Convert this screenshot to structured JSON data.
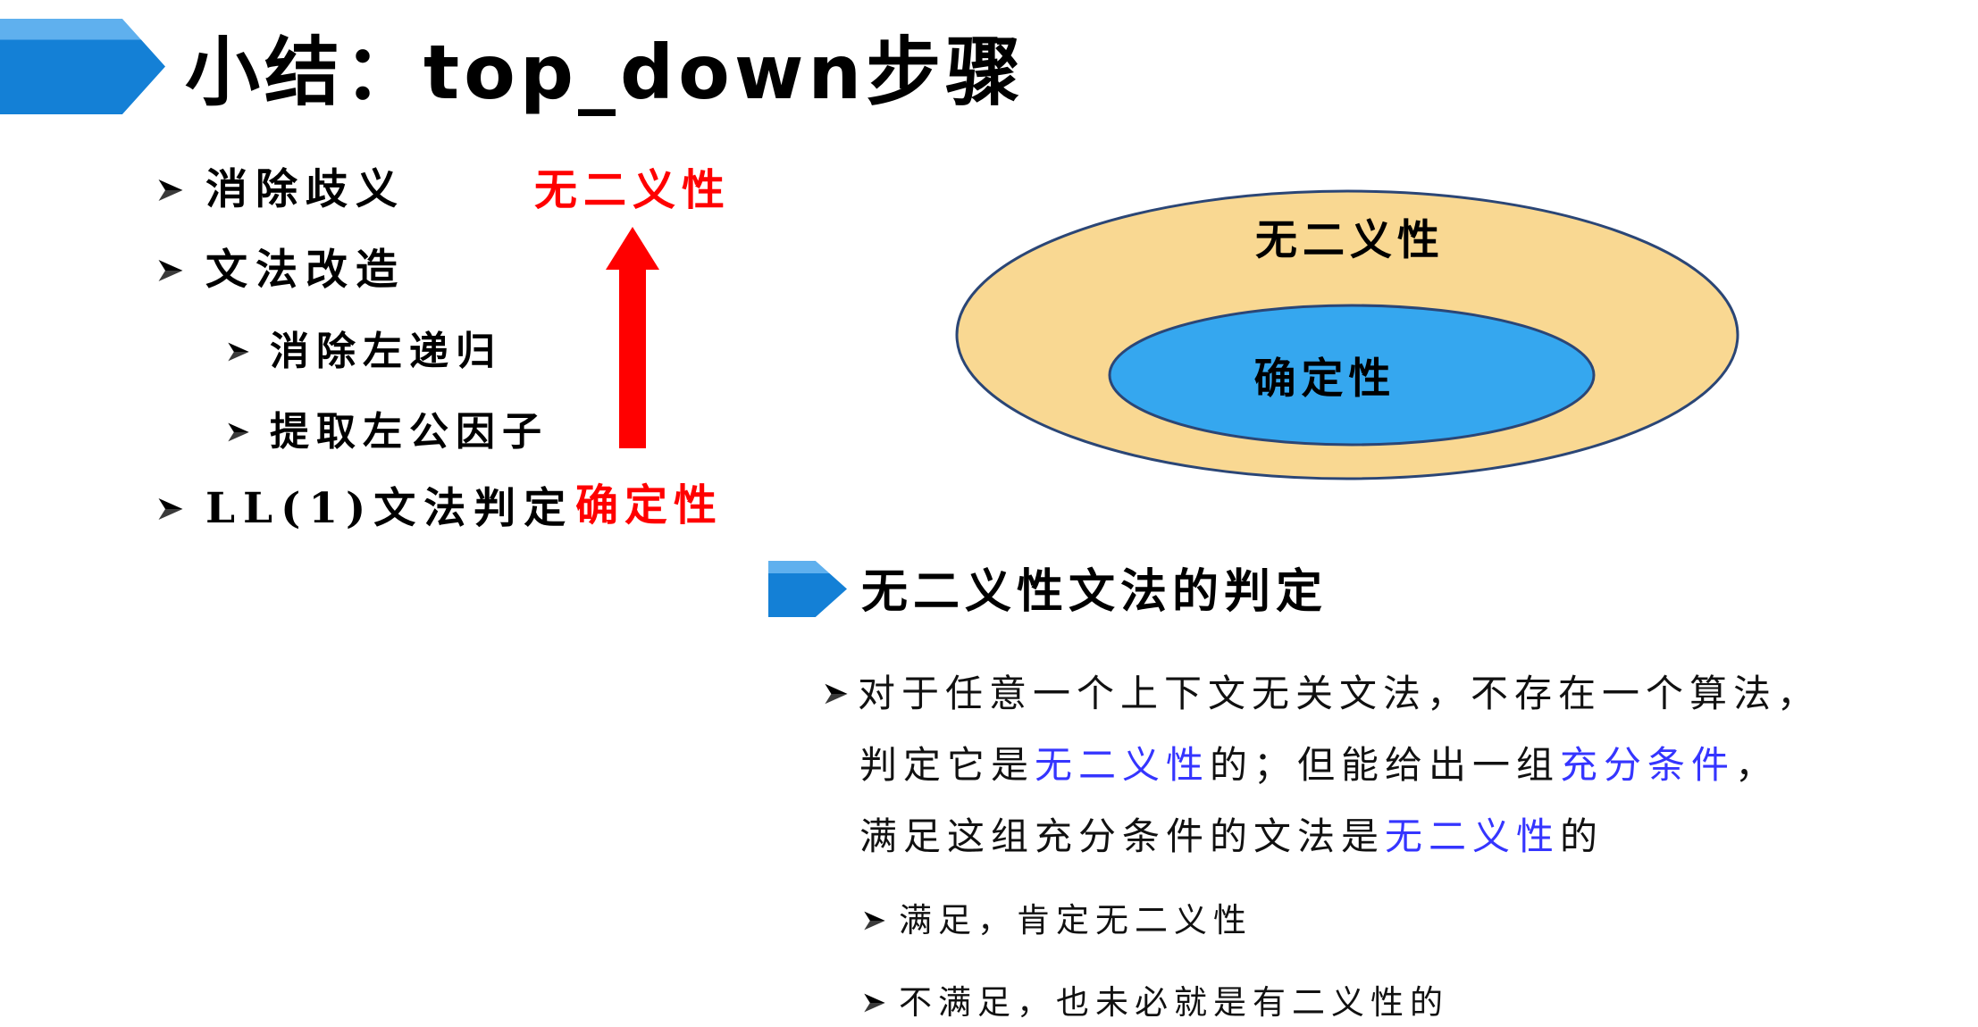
{
  "slide": {
    "title": "小结：top_down步骤"
  },
  "steps": [
    {
      "label": "消除歧义"
    },
    {
      "label": "文法改造",
      "children": [
        {
          "label": "消除左递归"
        },
        {
          "label": "提取左公因子"
        }
      ]
    },
    {
      "label": "LL(1)文法判定"
    }
  ],
  "annotation": {
    "top": "无二义性",
    "bottom": "确定性"
  },
  "venn": {
    "outer_label": "无二义性",
    "inner_label": "确定性"
  },
  "section": {
    "title": "无二义性文法的判定",
    "lines": [
      [
        "对于任意一个上下文无关文法，不存在一个算法，"
      ],
      [
        "判定它是",
        "无二义性",
        "的；但能给出一组",
        "充分条件",
        "，"
      ],
      [
        "满足这组充分条件的文法是",
        "无二义性",
        "的"
      ]
    ],
    "sub_points": [
      "满足，肯定无二义性",
      "不满足，也未必就是有二义性的"
    ]
  },
  "icons": {
    "bullet": "bullet-arrow-icon",
    "annotation_arrow": "up-arrow-icon",
    "banner": "chevron-banner-icon"
  },
  "colors": {
    "brand": "#1480d6",
    "brand_light": "#5fb0ee",
    "red": "#ff0000",
    "highlight": "#3535ff",
    "outer_fill": "#f9d892",
    "inner_fill": "#35a7ef",
    "stroke": "#2b4676"
  }
}
